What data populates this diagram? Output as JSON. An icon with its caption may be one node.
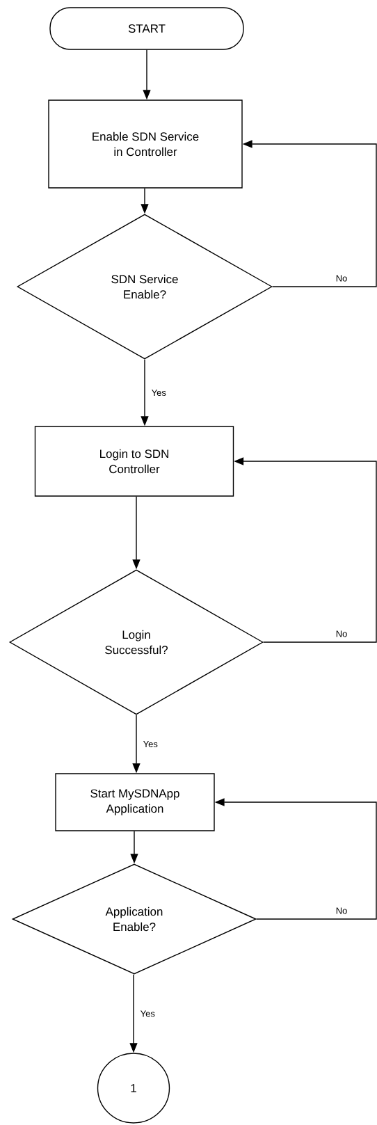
{
  "diagram": {
    "nodes": [
      {
        "text": [
          "START"
        ]
      },
      {
        "text": [
          "Enable SDN Service in Controller"
        ]
      },
      {
        "text": [
          "SDN Service Enable?"
        ]
      },
      {
        "text": [
          "Login to SDN Controller"
        ]
      },
      {
        "text": [
          "Login Successful?"
        ]
      },
      {
        "text": [
          "Start MySDNApp Application"
        ]
      },
      {
        "text": [
          "Application Enable?"
        ]
      },
      {
        "text": [
          "1"
        ]
      }
    ],
    "edges": [
      {
        "from": 0,
        "to": 1,
        "arrow": "to"
      },
      {
        "from": 1,
        "to": 2,
        "arrow": "to"
      },
      {
        "from": 2,
        "to": 3,
        "arrow": "to",
        "label": "Yes"
      },
      {
        "from": 3,
        "to": 4,
        "arrow": "to"
      },
      {
        "from": 4,
        "to": 5,
        "arrow": "to",
        "label": "Yes"
      },
      {
        "from": 5,
        "to": 6,
        "arrow": "to"
      },
      {
        "from": 6,
        "to": 7,
        "arrow": "to",
        "label": "Yes"
      },
      {
        "from": 2,
        "to": 1,
        "arrow": "to",
        "label": "No"
      },
      {
        "from": 4,
        "to": 3,
        "arrow": "to",
        "label": "No"
      },
      {
        "from": 6,
        "to": 5,
        "arrow": "to",
        "label": "No"
      }
    ]
  }
}
